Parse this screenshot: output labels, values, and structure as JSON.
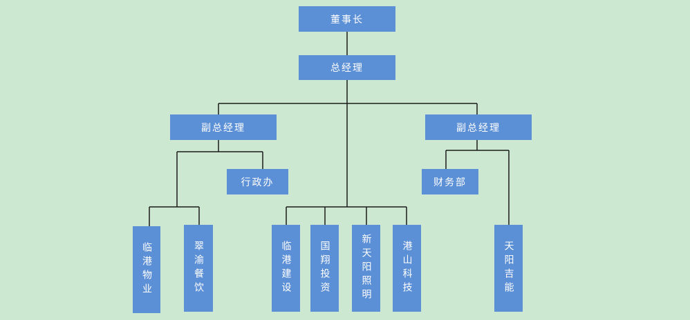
{
  "org_chart": {
    "chairman": "董事长",
    "general_manager": "总经理",
    "deputy_left": "副总经理",
    "deputy_right": "副总经理",
    "admin_office": "行政办",
    "finance_dept": "财务部",
    "subsidiaries": {
      "linkang_property": "临港物业",
      "cuiyu_catering": "翠渝餐饮",
      "linkang_construction": "临港建设",
      "guoxiang_investment": "国翔投资",
      "xintianyang_lighting": "新天阳照明",
      "gangshan_tech": "港山科技",
      "tianyang_jineng": "天阳吉能"
    }
  }
}
